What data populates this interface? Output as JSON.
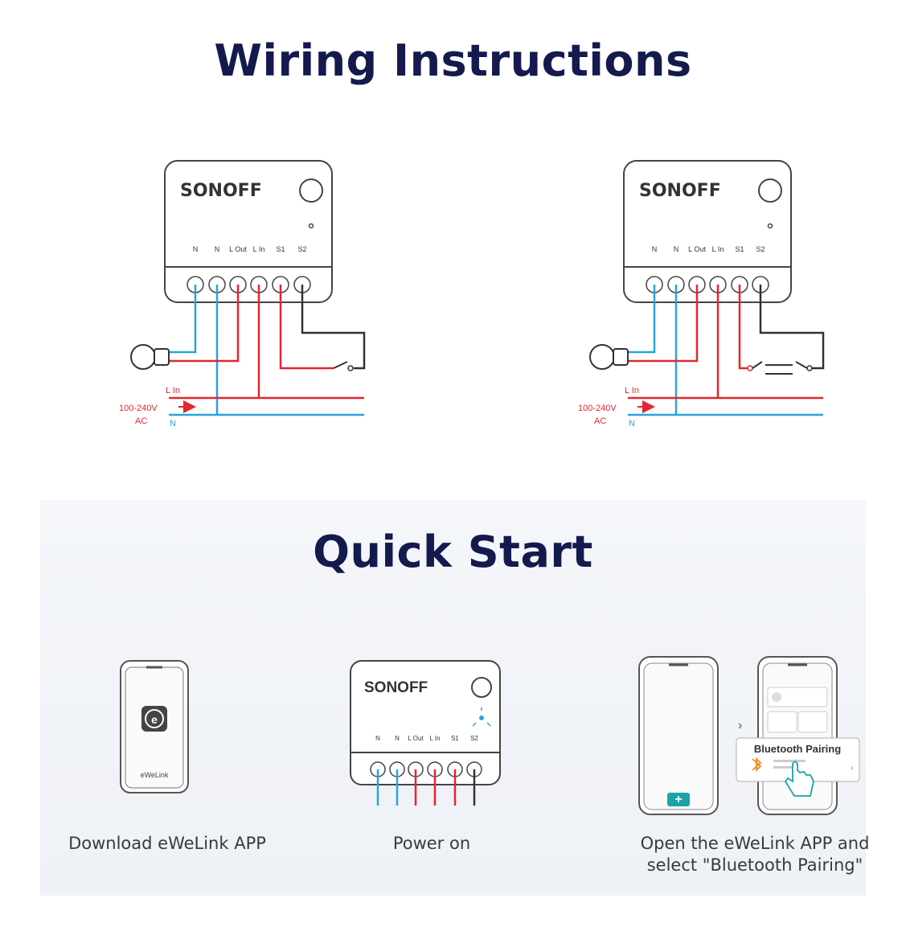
{
  "sections": {
    "wiring_title": "Wiring Instructions",
    "quick_title": "Quick Start"
  },
  "device": {
    "brand": "SONOFF",
    "terminals": [
      "N",
      "N",
      "L Out",
      "L In",
      "S1",
      "S2"
    ]
  },
  "wiring": {
    "l_in_label": "L In",
    "voltage_label": "100-240V",
    "ac_label": "AC",
    "n_label": "N"
  },
  "quick_start": {
    "steps": [
      {
        "caption": "Download eWeLink APP",
        "app_name": "eWeLink"
      },
      {
        "caption": "Power on"
      },
      {
        "caption_line1": "Open the eWeLink APP and",
        "caption_line2": "select \"Bluetooth Pairing\"",
        "popup_title": "Bluetooth Pairing"
      }
    ]
  },
  "colors": {
    "title": "#141a4d",
    "live_wire": "#e3262f",
    "neutral_wire": "#2aa3dc",
    "switch_wire": "#333333",
    "device_outline": "#444444"
  }
}
